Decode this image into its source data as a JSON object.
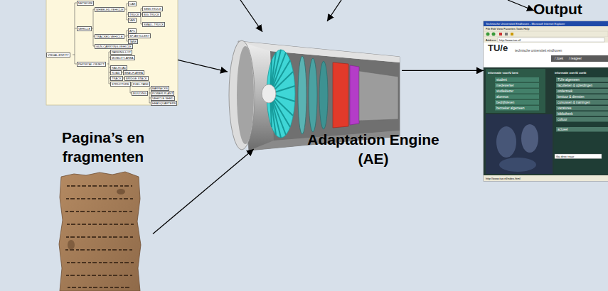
{
  "diagram": {
    "nodes": [
      {
        "text": [
          "NETWORK",
          "CAR",
          "WHEELED-VEHICLE",
          "SEMI-TRUCK",
          "TRUCK",
          "BIG-TRUCK",
          "VAN",
          "SMALL-TRUCK",
          "VEHICLE",
          "APC",
          "SP-ARTILLERY",
          "TRACKED-VEHICLE",
          "TANK",
          "VISUAL-ENTITY",
          "GUN-CARRYING-VEHICLE",
          "PARKING-LOT",
          "MOBILITY-AREA",
          "PHYSICAL-OBJECT",
          "RAILROAD",
          "ROAD",
          "BEACH-AREA",
          "TRACK",
          "BRIDGE-STACK",
          "STRUCTURE",
          "FUEL-TANK",
          "BARRACKS",
          "BUILDING",
          "POWER-PLANT",
          "VEHICLE-SHED",
          "HEADQUARTERS"
        ]
      },
      {
        "text": [
          "Pagina’s en fragmenten"
        ]
      },
      {
        "text": [
          "Adaptation Engine (AE)"
        ]
      },
      {
        "text": [
          "Output",
          "Technische Universiteit Eindhoven - Microsoft Internet Explorer",
          "File Edit View Favorites Tools Help",
          "Address",
          "http://www.tue.nl/",
          "TU/e",
          "technische universiteit eindhoven",
          "/ zoek",
          "/ reageer",
          "informatie voor/U bent",
          "student",
          "medewerker",
          "studiekiezer",
          "alumnus",
          "bedrijfsleven",
          "bezoeker algemeen",
          "informatie over/U zoekt",
          "TU/e algemeen",
          "faculteiten & opleidingen",
          "onderzoek",
          "bestuur & diensten",
          "cursussen & trainingen",
          "vacatures",
          "bibliotheek",
          "cultuur",
          "actueel",
          "Ga direct naar",
          "http://www.tue.nl/index.html"
        ]
      }
    ],
    "edges": [
      {
        "from": 0,
        "to": 2,
        "arrow": "to"
      },
      {
        "from": 1,
        "to": 2,
        "arrow": "to"
      },
      {
        "from": 2,
        "to": 3,
        "arrow": "to"
      }
    ]
  }
}
